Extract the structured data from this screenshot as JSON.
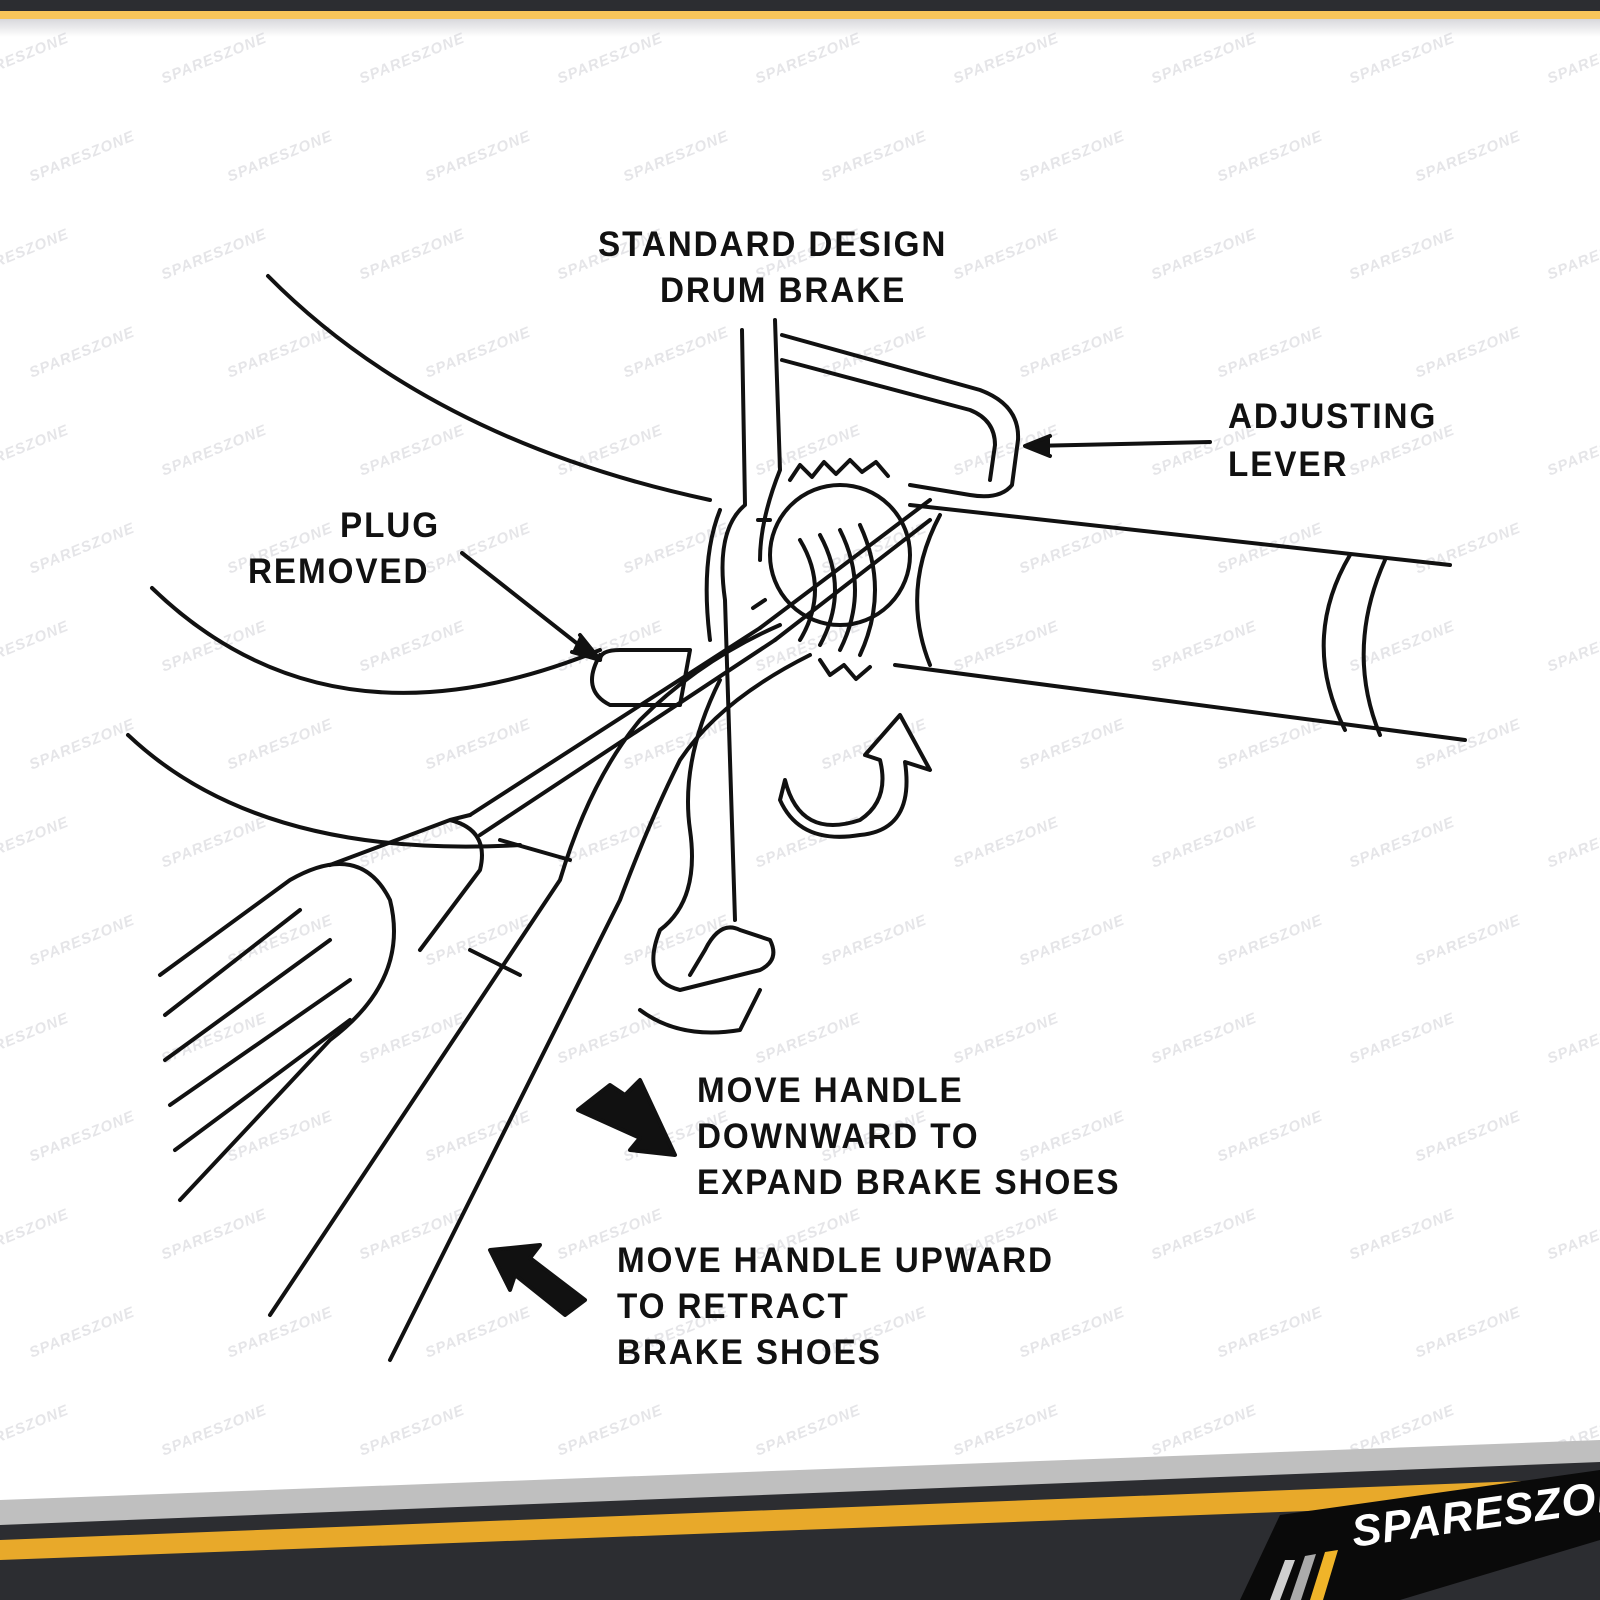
{
  "brand": {
    "name": "SPARESZONE",
    "colors": {
      "dark": "#2c2d31",
      "accent": "#f8c55a",
      "logo_bg": "#0a0a0a"
    }
  },
  "watermark": "SPARESZONE",
  "diagram": {
    "title": [
      "STANDARD DESIGN",
      "DRUM BRAKE"
    ],
    "adjusting_lever": [
      "ADJUSTING",
      "LEVER"
    ],
    "plug_removed": [
      "PLUG",
      "REMOVED"
    ],
    "move_down": [
      "MOVE HANDLE",
      "DOWNWARD TO",
      "EXPAND BRAKE SHOES"
    ],
    "move_up": [
      "MOVE HANDLE UPWARD",
      "TO RETRACT",
      "BRAKE SHOES"
    ]
  }
}
